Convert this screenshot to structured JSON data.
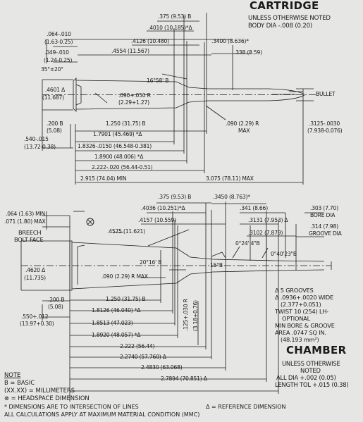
{
  "cartridge": {
    "title": "CARTRIDGE",
    "subtitle": "UNLESS OTHERWISE NOTED",
    "body_dia": "BODY DIA  -.008 (0.20)",
    "dims": [
      ".375 (9.53) B",
      ".4010 (10.185)*Δ",
      ".4126 (10.480)",
      ".3400 (8.636)*",
      ".338 (8.59)",
      ".4554 (11.567)",
      ".064-.010",
      "(1.63-0.25)",
      ".049-.010",
      "(1.24-0.25)",
      "35°±20°",
      ".4601 Δ",
      "(11.687)",
      "16°58' B",
      ".090+.050 R",
      "(2.29+1.27)",
      "BULLET",
      ".200 B",
      "(5.08)",
      "1.250 (31.75) B",
      ".090 (2.29) R",
      "MAX",
      ".3125-.0030",
      "(7.938-0.076)",
      "1.7901 (45.469) *Δ",
      ".540-.015",
      "(13.72-0.38)",
      "1.8326-.0150 (46.548-0.381)",
      "1.8900 (48.006) *Δ",
      "2.222-.020 (56.44-0.51)",
      "2.915 (74.04) MIN",
      "3.075 (78.11) MAX"
    ]
  },
  "chamber": {
    "title": "CHAMBER",
    "sub1": "UNLESS OTHERWISE",
    "sub2": "NOTED",
    "sub3": "ALL DIA +.002 (0.05)",
    "sub4": "LENGTH TOL +.015 (0.38)",
    "dims": [
      ".375 (9.53) B",
      ".3450 (8.763)*",
      ".4036 (10.251)*Δ",
      ".303 (7.70)",
      "BORE DIA",
      ".4157 (10.559)",
      ".341 (8.66)",
      ".314 (7.98)",
      "GROOVE DIA",
      ".064 (1.63) MIN",
      ".071 (1.80) MAX",
      ".4575 (11.621)",
      ".3131 (7.953) Δ",
      "BREECH",
      "BOLT FACE",
      ".3102 (7.879)",
      "0°24' 4\"B",
      "20°16' B",
      "15°B",
      "0°40'23\"B",
      ".4620 Δ",
      "(11.735)",
      ".090 (2.29) R MAX",
      ".200 B",
      "(5.08)",
      "1.250 (31.75) B",
      ".125+.030 R",
      "(3.18+0.76)",
      ".550+.012",
      "(13.97+0.30)",
      "1.8126 (46.040) *Δ",
      "1.8513 (47.023)",
      "1.8920 (48.057) *Δ",
      "2.222 (56.44)",
      "2.2740 (57.760) Δ",
      "2.4830 (63.068)",
      "2.7894 (70.851) Δ"
    ],
    "rifling": [
      "Δ 5 GROOVES",
      "Δ .0936+.0020 WIDE",
      "(2.377+0.051)",
      "TWIST 10 (254) LH-",
      "OPTIONAL",
      "MIN BORE & GROOVE",
      "AREA .0747 SQ IN.",
      "(48.193 mm²)"
    ]
  },
  "notes": {
    "heading": "NOTE",
    "lines": [
      "B = BASIC",
      "(XX.XX) = MILLIMETERS",
      "⊗ = HEADSPACE DIMENSION",
      "* DIMENSIONS ARE TO INTERSECTION OF LINES",
      "Δ = REFERENCE DIMENSION",
      "ALL CALCULATIONS APPLY AT MAXIMUM MATERIAL CONDITION  (MMC)"
    ]
  },
  "headspace_symbol": "⊗"
}
